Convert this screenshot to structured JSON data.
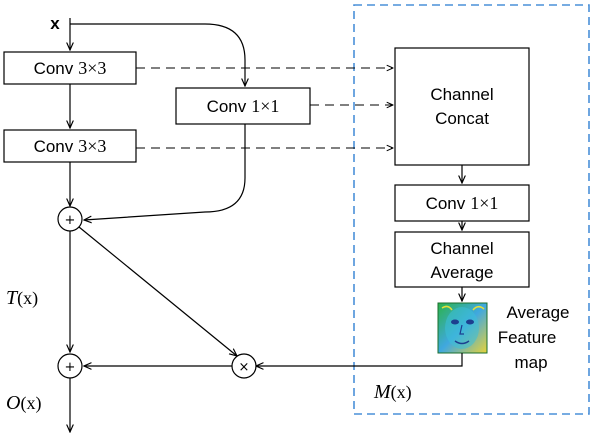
{
  "input_label": "x",
  "conv3_top": {
    "name": "Conv",
    "kernel": "3×3"
  },
  "conv3_bottom": {
    "name": "Conv",
    "kernel": "3×3"
  },
  "conv1_left": {
    "name": "Conv",
    "kernel": "1×1"
  },
  "concat": {
    "line1": "Channel",
    "line2": "Concat"
  },
  "conv1_right": {
    "name": "Conv",
    "kernel": "1×1"
  },
  "average": {
    "line1": "Channel",
    "line2": "Average"
  },
  "feature_map": {
    "line1": "Average",
    "line2": "Feature",
    "line3": "map"
  },
  "symbols": {
    "plus": "+",
    "times": "×"
  },
  "labels": {
    "T": "T",
    "O": "O",
    "M": "M",
    "x_arg": "(x)"
  },
  "colors": {
    "region_border": "#4a90d9"
  }
}
